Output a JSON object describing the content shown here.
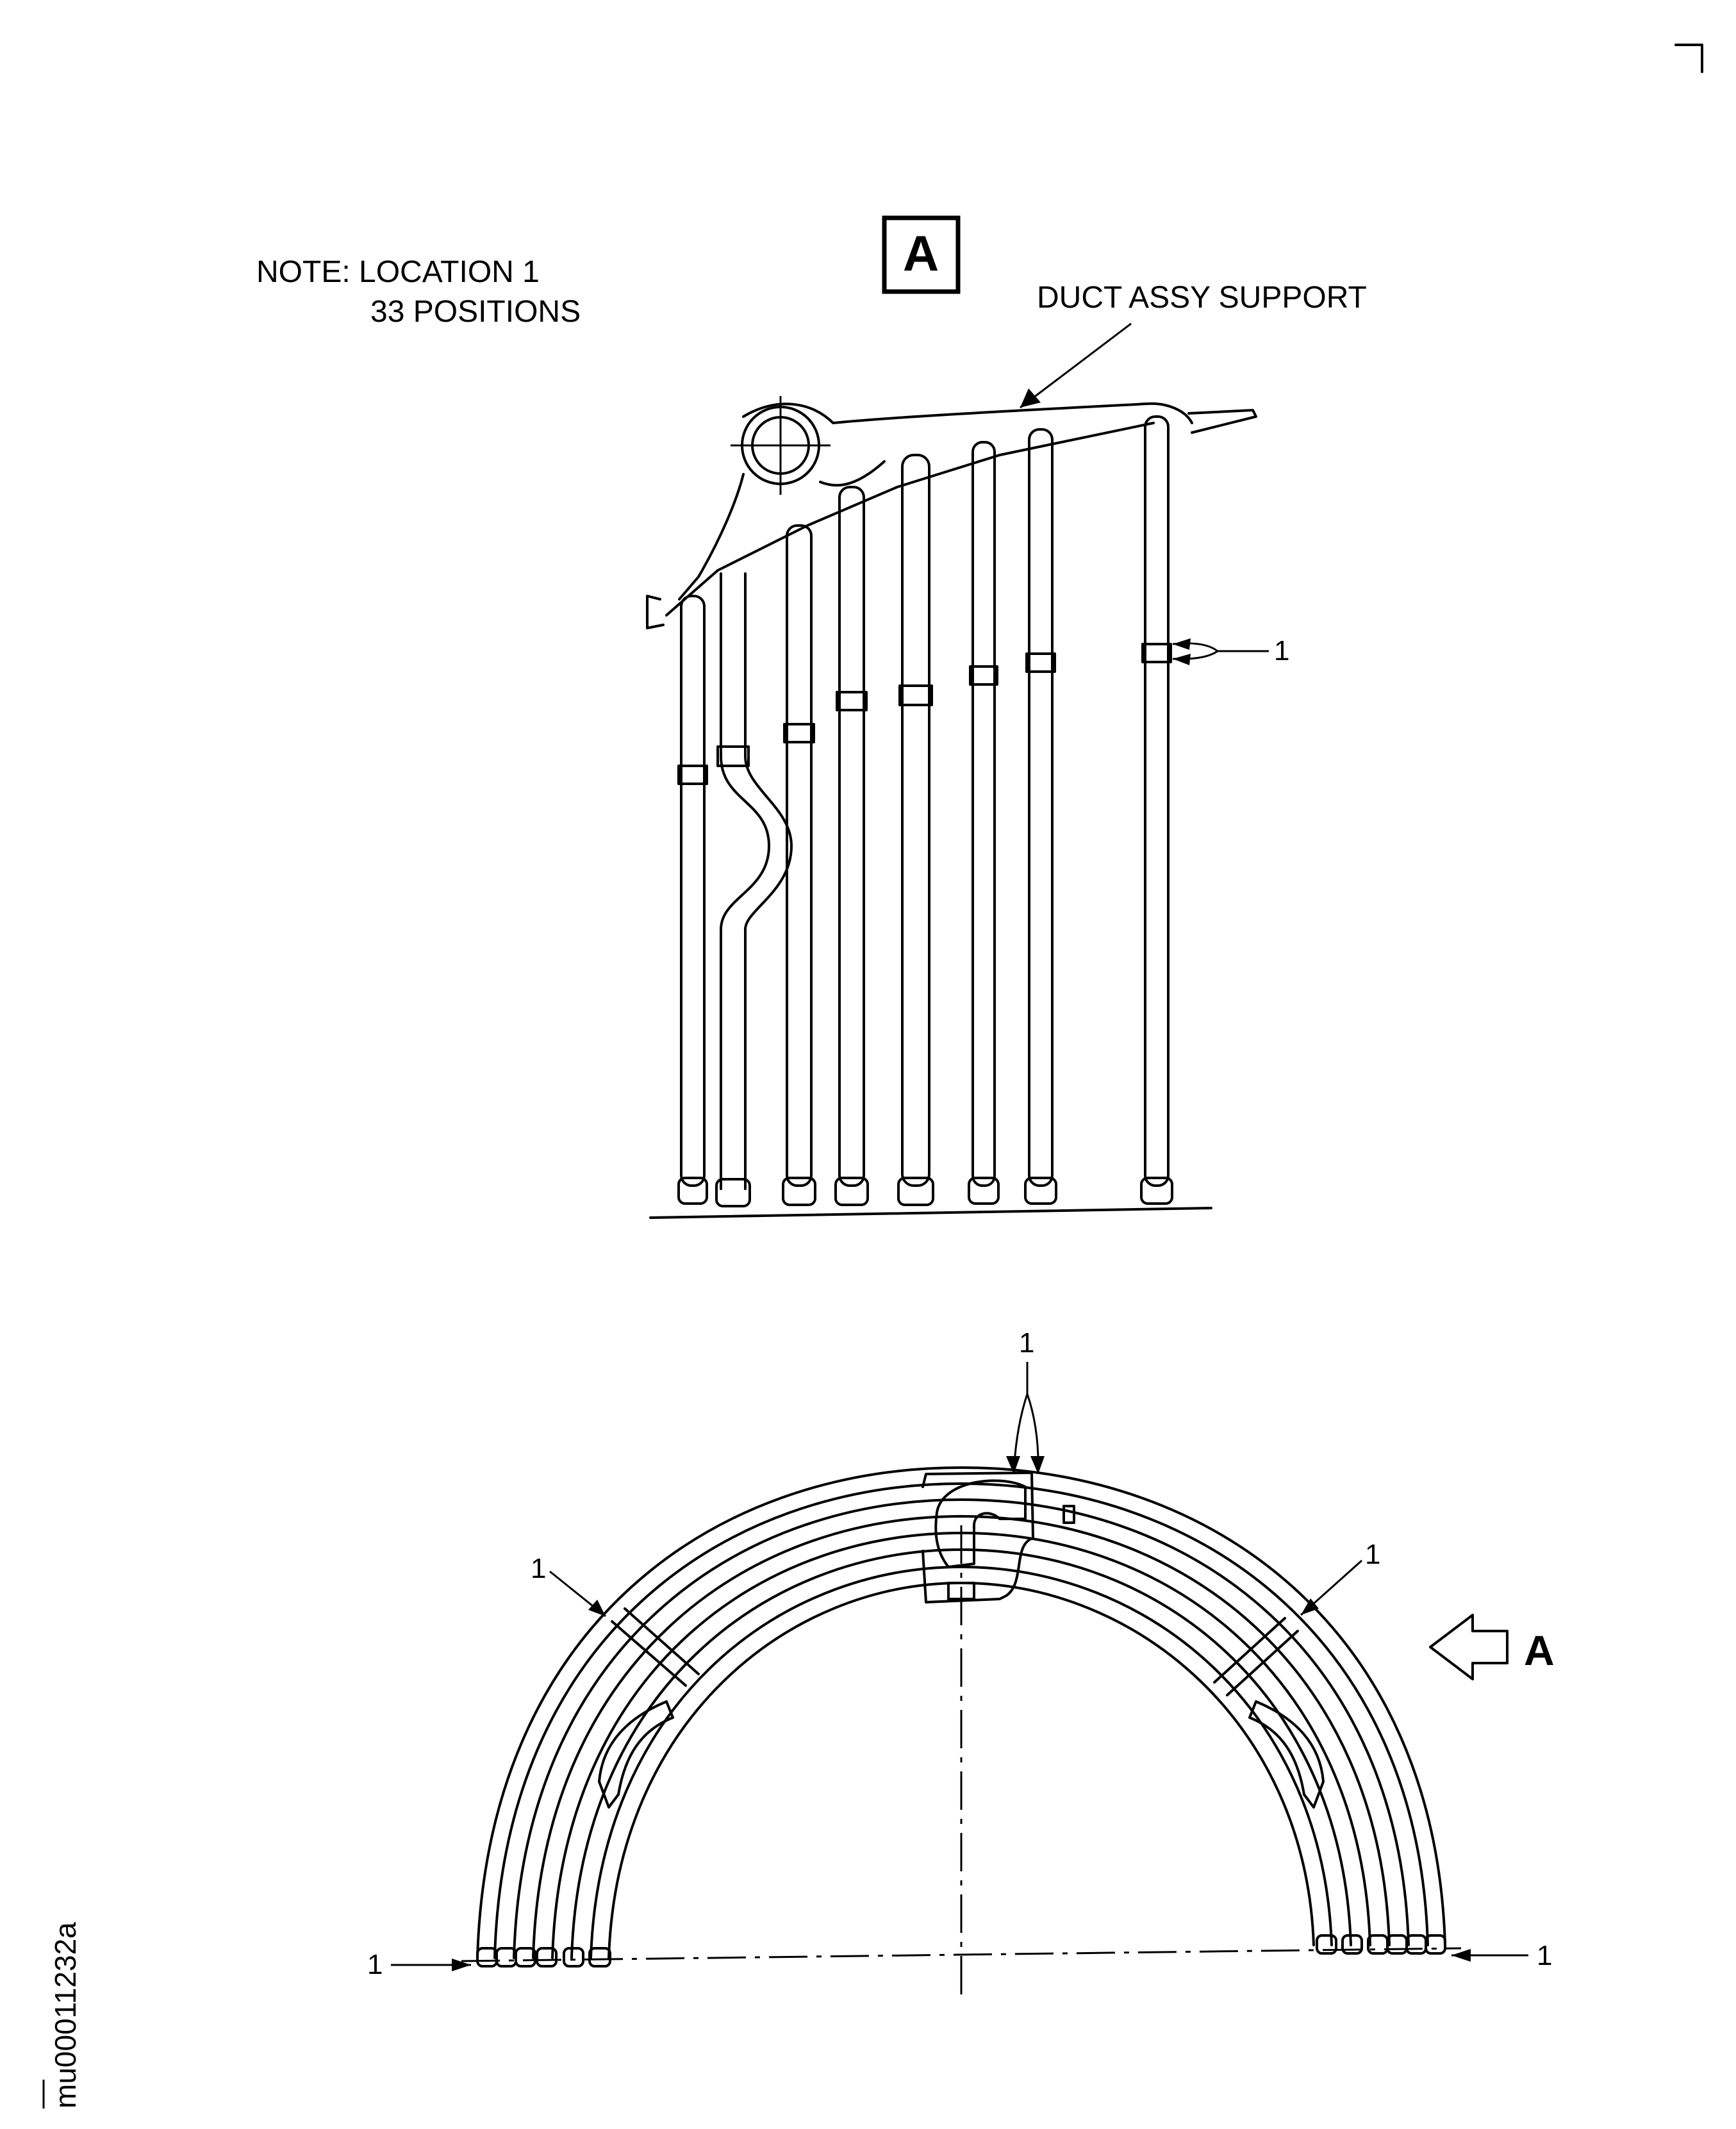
{
  "note": {
    "line1": "NOTE: LOCATION 1",
    "line2": "33 POSITIONS"
  },
  "view_box_label": "A",
  "part_label": "DUCT ASSY SUPPORT",
  "location_callouts": {
    "upper_right": "1",
    "top_center": "1",
    "upper_left_arc": "1",
    "upper_right_arc": "1",
    "bottom_left": "1",
    "bottom_right": "1"
  },
  "view_arrow_label": "A",
  "figure_id": "mu00011232a"
}
